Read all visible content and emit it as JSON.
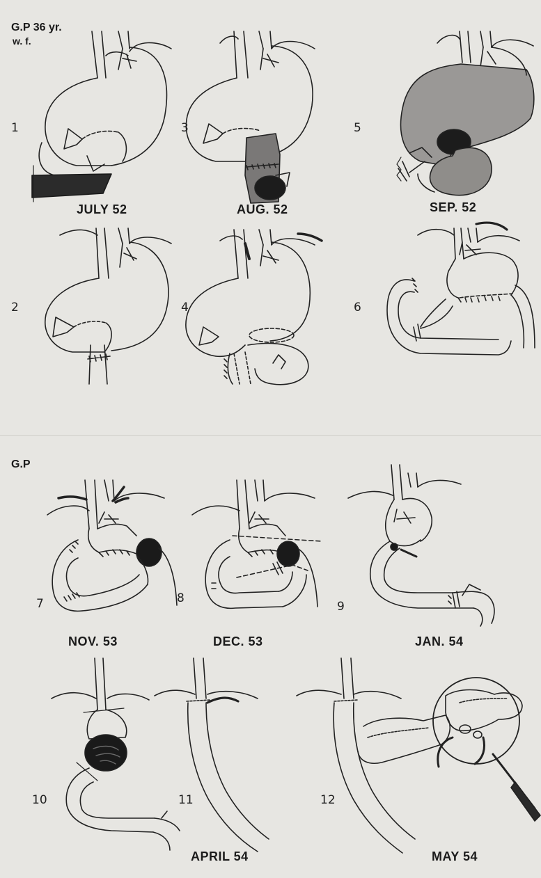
{
  "header": {
    "patient_age": "G.P 36 yr.",
    "patient_sex": "w. f.",
    "second_patient": "G.P"
  },
  "panels": [
    {
      "number": "1",
      "date": "JULY 52"
    },
    {
      "number": "2",
      "date": ""
    },
    {
      "number": "3",
      "date": "AUG. 52"
    },
    {
      "number": "4",
      "date": ""
    },
    {
      "number": "5",
      "date": "SEP. 52"
    },
    {
      "number": "6",
      "date": ""
    },
    {
      "number": "7",
      "date": "NOV. 53"
    },
    {
      "number": "8",
      "date": "DEC. 53"
    },
    {
      "number": "9",
      "date": "JAN. 54"
    },
    {
      "number": "10",
      "date": ""
    },
    {
      "number": "11",
      "date": "APRIL 54"
    },
    {
      "number": "12",
      "date": "MAY 54"
    }
  ]
}
